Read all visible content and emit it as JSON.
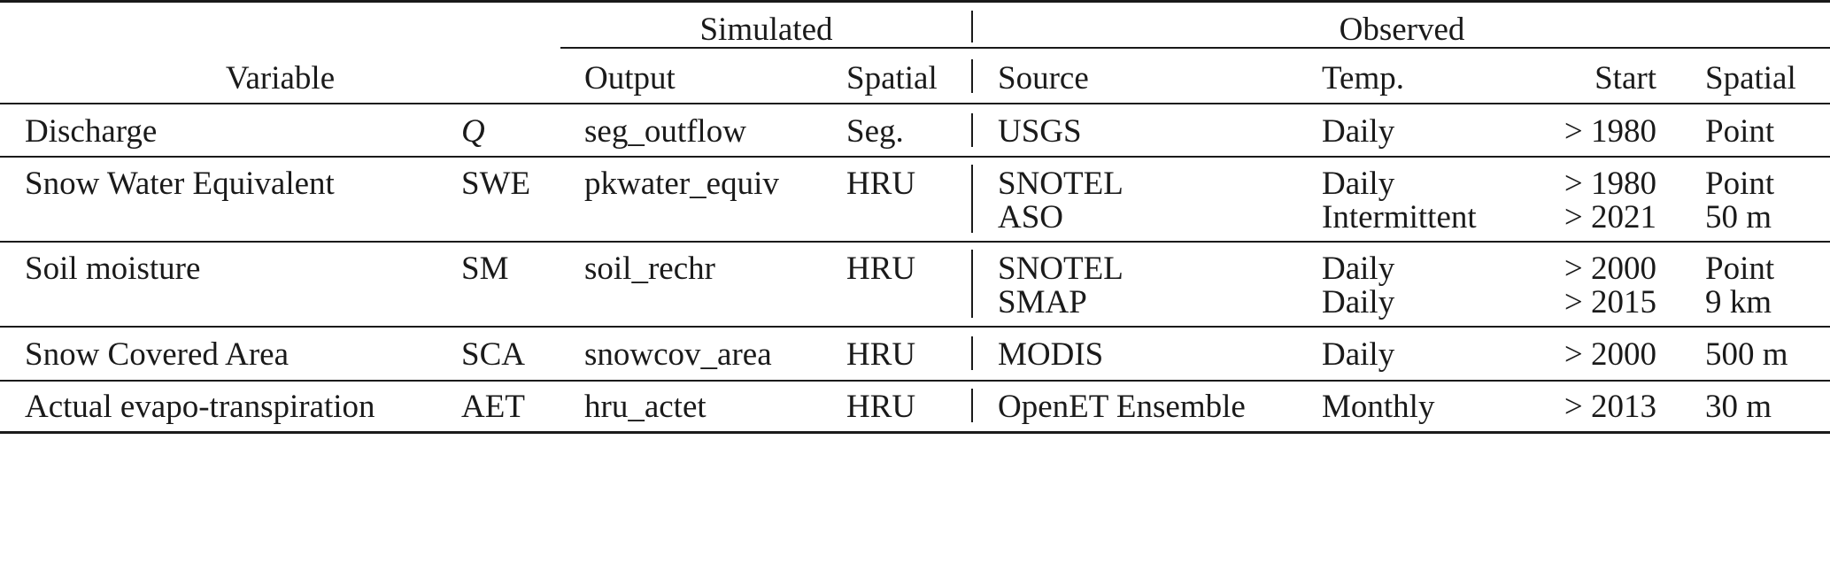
{
  "header": {
    "simulated": "Simulated",
    "observed": "Observed",
    "variable": "Variable",
    "output": "Output",
    "sim_spatial": "Spatial",
    "source": "Source",
    "temp": "Temp.",
    "start": "Start",
    "obs_spatial": "Spatial"
  },
  "rows": [
    {
      "variable": "Discharge",
      "symbol": "Q",
      "output": "seg_outflow",
      "spatial": "Seg.",
      "obs": [
        {
          "source": "USGS",
          "temp": "Daily",
          "start": "> 1980",
          "spatial": "Point"
        }
      ]
    },
    {
      "variable": "Snow Water Equivalent",
      "symbol": "SWE",
      "output": "pkwater_equiv",
      "spatial": "HRU",
      "obs": [
        {
          "source": "SNOTEL",
          "temp": "Daily",
          "start": "> 1980",
          "spatial": "Point"
        },
        {
          "source": "ASO",
          "temp": "Intermittent",
          "start": "> 2021",
          "spatial": "50 m"
        }
      ]
    },
    {
      "variable": "Soil moisture",
      "symbol": "SM",
      "output": "soil_rechr",
      "spatial": "HRU",
      "obs": [
        {
          "source": "SNOTEL",
          "temp": "Daily",
          "start": "> 2000",
          "spatial": "Point"
        },
        {
          "source": "SMAP",
          "temp": "Daily",
          "start": "> 2015",
          "spatial": "9 km"
        }
      ]
    },
    {
      "variable": "Snow Covered Area",
      "symbol": "SCA",
      "output": "snowcov_area",
      "spatial": "HRU",
      "obs": [
        {
          "source": "MODIS",
          "temp": "Daily",
          "start": "> 2000",
          "spatial": "500 m"
        }
      ]
    },
    {
      "variable": "Actual evapo-transpiration",
      "symbol": "AET",
      "output": "hru_actet",
      "spatial": "HRU",
      "obs": [
        {
          "source": "OpenET Ensemble",
          "temp": "Monthly",
          "start": "> 2013",
          "spatial": "30 m"
        }
      ]
    }
  ]
}
